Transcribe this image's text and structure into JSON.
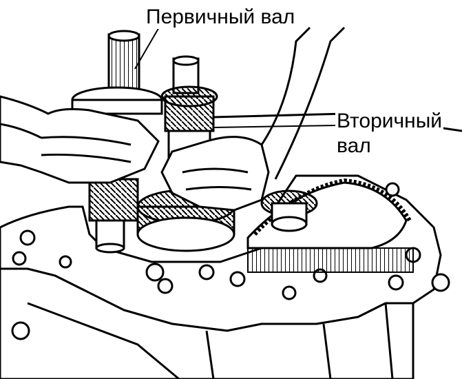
{
  "labels": {
    "primary_shaft": "Первичный вал",
    "secondary_shaft_line1": "Вторичный",
    "secondary_shaft_line2": "вал"
  },
  "colors": {
    "ink": "#000000",
    "paper": "#ffffff"
  }
}
